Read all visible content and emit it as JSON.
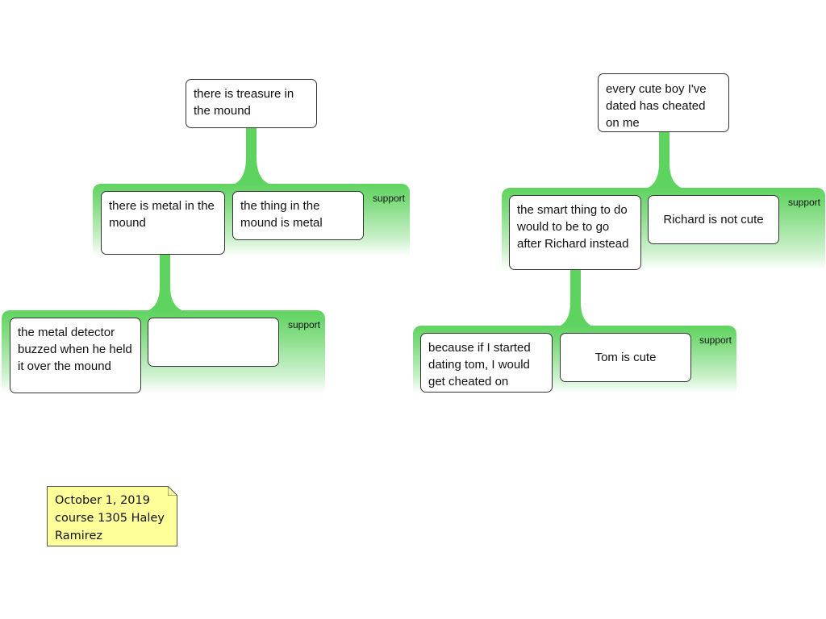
{
  "colors": {
    "support_green": "#5fd35f",
    "note_yellow": "#ffff99"
  },
  "trees": [
    {
      "claim": "there is treasure in the mound",
      "group_label": "support",
      "reasons": [
        "there is metal in the mound",
        "the thing in the mound is metal"
      ],
      "sub_group_label": "support",
      "sub_reasons": [
        "the metal detector buzzed when he held it over the mound",
        ""
      ]
    },
    {
      "claim": "every cute boy I've dated has cheated on me",
      "group_label": "support",
      "reasons": [
        "the smart thing to do would to be to go after Richard instead",
        "Richard is not cute"
      ],
      "sub_group_label": "support",
      "sub_reasons": [
        "because if I started dating tom, I would get cheated on",
        "Tom is cute"
      ]
    }
  ],
  "note": {
    "text": "October 1, 2019 course 1305 Haley Ramirez"
  }
}
